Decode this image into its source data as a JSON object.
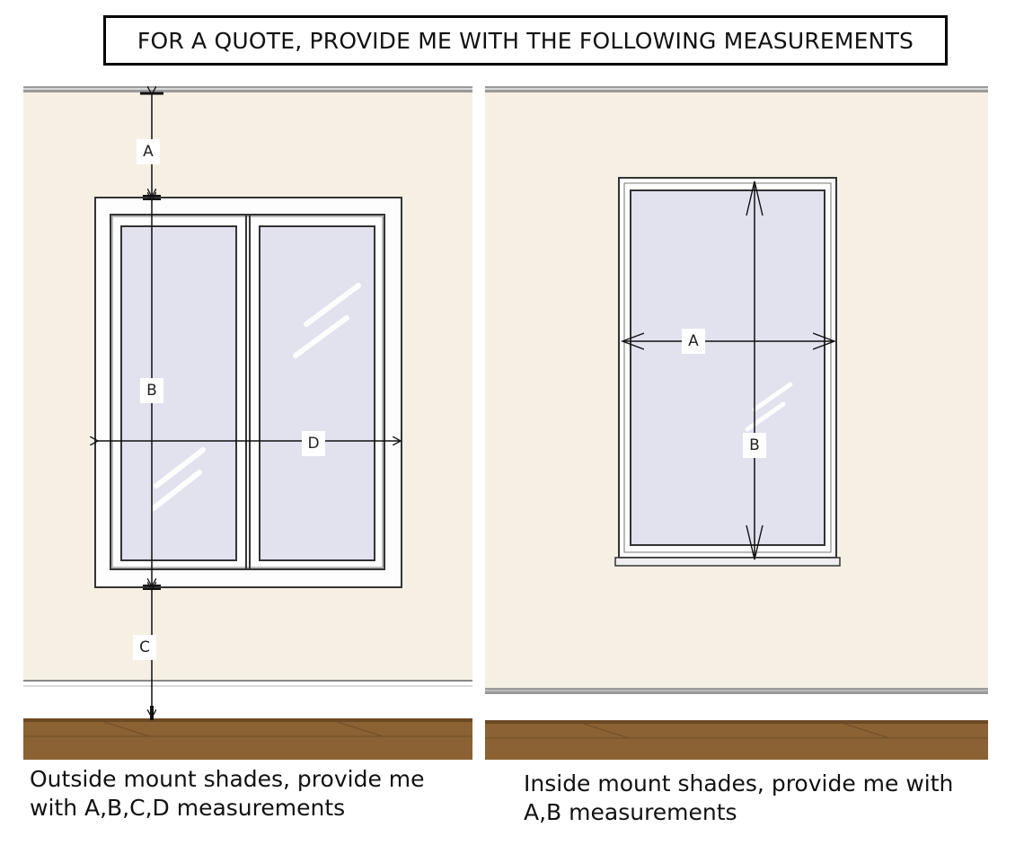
{
  "title": "FOR A QUOTE, PROVIDE ME WITH THE FOLLOWING MEASUREMENTS",
  "colors": {
    "wall": "#f6f0e4",
    "glass": "#e2e1ee",
    "floor": "#8a6233",
    "trim": "#ffffff",
    "outline": "#333333"
  },
  "outside_mount": {
    "labels": {
      "a": "A",
      "b": "B",
      "c": "C",
      "d": "D"
    },
    "caption": "Outside mount shades, provide me\nwith A,B,C,D measurements"
  },
  "inside_mount": {
    "labels": {
      "a": "A",
      "b": "B"
    },
    "caption": "Inside mount shades, provide me with\nA,B measurements"
  }
}
